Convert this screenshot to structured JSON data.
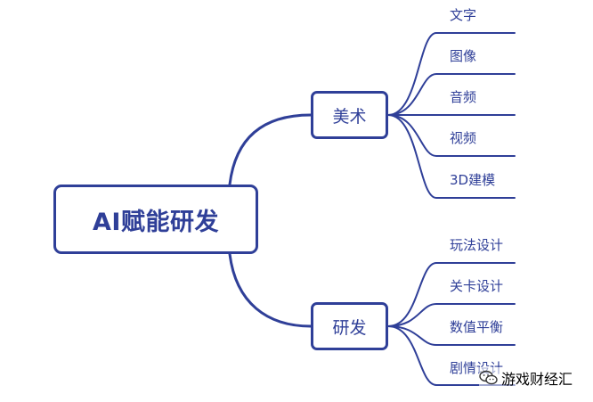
{
  "root": {
    "label": "AI赋能研发"
  },
  "branches": [
    {
      "label": "美术",
      "leaves": [
        "文字",
        "图像",
        "音频",
        "视频",
        "3D建模"
      ]
    },
    {
      "label": "研发",
      "leaves": [
        "玩法设计",
        "关卡设计",
        "数值平衡",
        "剧情设计"
      ]
    }
  ],
  "watermark": {
    "text": "游戏财经汇",
    "icon": "wechat-icon"
  },
  "colors": {
    "stroke": "#2f3f98",
    "background": "#ffffff"
  }
}
